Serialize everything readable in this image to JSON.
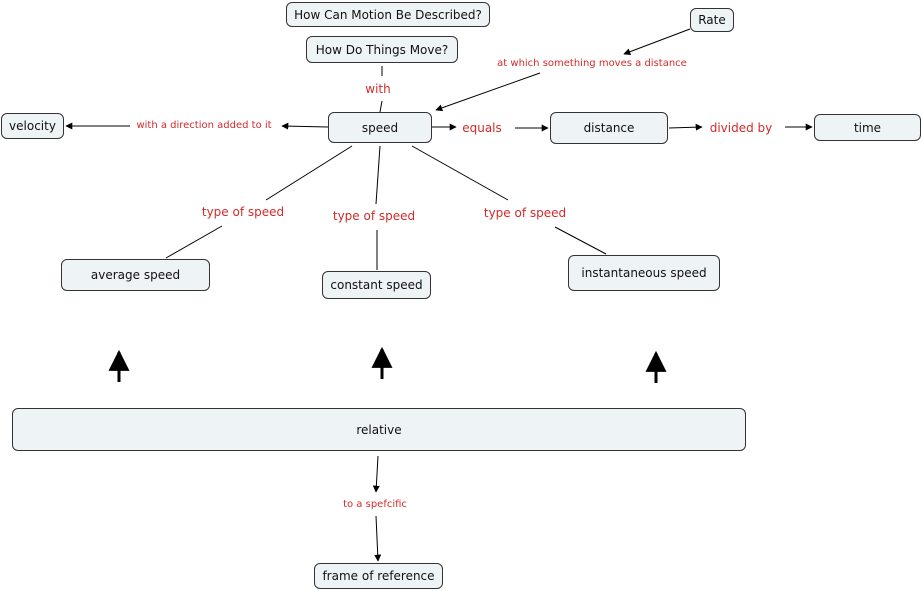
{
  "colors": {
    "node_fill": "#eef3f6",
    "node_border": "#333333",
    "link_text": "#d42a2a",
    "line": "#000000"
  },
  "nodes": {
    "how_described": "How Can Motion Be Described?",
    "how_move": "How Do Things Move?",
    "rate": "Rate",
    "velocity": "velocity",
    "speed": "speed",
    "distance": "distance",
    "time": "time",
    "average_speed": "average speed",
    "constant_speed": "constant speed",
    "instantaneous_speed": "instantaneous speed",
    "relative": "relative",
    "frame_of_reference": "frame of reference"
  },
  "links": {
    "with": "with",
    "at_which": "at which something moves a distance",
    "with_direction": "with a direction added to it",
    "equals": "equals",
    "divided_by": "divided by",
    "type_avg": "type of speed",
    "type_const": "type of speed",
    "type_inst": "type of speed",
    "to_specific": "to a spefcific"
  }
}
